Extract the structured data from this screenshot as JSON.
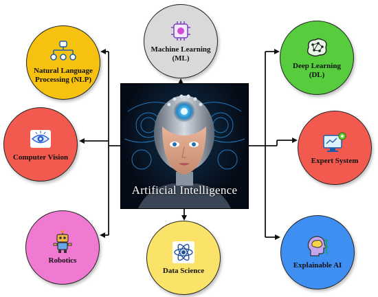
{
  "center": {
    "title": "Artificial Intelligence"
  },
  "nodes": {
    "nlp": {
      "label": "Natural Language\nProcessing (NLP)",
      "color": "#f6c20f",
      "icon": "nlp-network-icon"
    },
    "ml": {
      "label": "Machine Learning\n(ML)",
      "color": "#d9d9d9",
      "icon": "chip-brain-icon"
    },
    "dl": {
      "label": "Deep Learning\n(DL)",
      "color": "#57cc3d",
      "icon": "brain-network-icon"
    },
    "cv": {
      "label": "Computer Vision",
      "color": "#f25a4f",
      "icon": "eye-circuit-icon"
    },
    "es": {
      "label": "Expert System",
      "color": "#f25a4f",
      "icon": "monitor-gear-icon"
    },
    "rob": {
      "label": "Robotics",
      "color": "#f07ad2",
      "icon": "robot-icon"
    },
    "ds": {
      "label": "Data Science",
      "color": "#fbe268",
      "icon": "atom-icon"
    },
    "xai": {
      "label": "Explainable AI",
      "color": "#3f8ef2",
      "icon": "head-brain-icon"
    }
  }
}
